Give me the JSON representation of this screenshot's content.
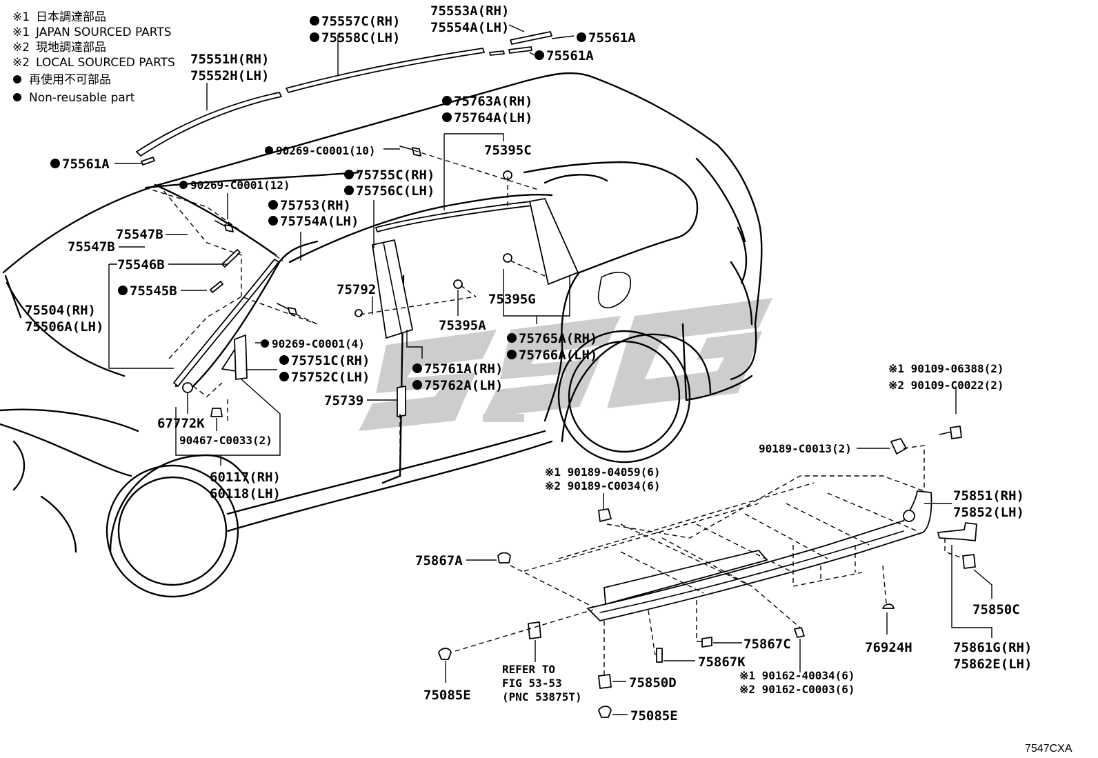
{
  "legend": {
    "j1_mark": "※1",
    "j1_jp": "日本調達部品",
    "j1_en": "JAPAN SOURCED PARTS",
    "l2_mark": "※2",
    "l2_jp": "現地調達部品",
    "l2_en": "LOCAL SOURCED PARTS",
    "nr_jp": "再使用不可部品",
    "nr_en": "Non-reusable part"
  },
  "labels": {
    "p75557c": "75557C(RH)",
    "p75558c": "75558C(LH)",
    "p75553a": "75553A(RH)",
    "p75554a": "75554A(LH)",
    "p75561a_1": "75561A",
    "p75561a_2": "75561A",
    "p75551h": "75551H(RH)",
    "p75552h": "75552H(LH)",
    "p75561a_3": "75561A",
    "p75763a": "75763A(RH)",
    "p75764a": "75764A(LH)",
    "p90269_10": "90269-C0001(10)",
    "p75395c": "75395C",
    "p75755c": "75755C(RH)",
    "p75756c": "75756C(LH)",
    "p90269_12": "90269-C0001(12)",
    "p75753": "75753(RH)",
    "p75754a": "75754A(LH)",
    "p75547b_1": "75547B",
    "p75547b_2": "75547B",
    "p75546b": "75546B",
    "p75545b": "75545B",
    "p75504": "75504(RH)",
    "p75506a": "75506A(LH)",
    "p75792": "75792",
    "p75395g": "75395G",
    "p75395a": "75395A",
    "p75765a": "75765A(RH)",
    "p75766a": "75766A(LH)",
    "p90269_4": "90269-C0001(4)",
    "p75751c": "75751C(RH)",
    "p75752c": "75752C(LH)",
    "p75761a": "75761A(RH)",
    "p75762a": "75762A(LH)",
    "p75739": "75739",
    "p67772k": "67772K",
    "p90467": "90467-C0033(2)",
    "p60117": "60117(RH)",
    "p60118": "60118(LH)",
    "p90109_1": "※1 90109-06388(2)",
    "p90109_2": "※2 90109-C0022(2)",
    "p90189_c13": "90189-C0013(2)",
    "p90189_1": "※1 90189-04059(6)",
    "p90189_2": "※2 90189-C0034(6)",
    "p75851": "75851(RH)",
    "p75852": "75852(LH)",
    "p75867a": "75867A",
    "p75850c": "75850C",
    "p75867c": "75867C",
    "p75867k": "75867K",
    "p76924h": "76924H",
    "p75861g": "75861G(RH)",
    "p75862e": "75862E(LH)",
    "p90162_1": "※1 90162-40034(6)",
    "p90162_2": "※2 90162-C0003(6)",
    "refer_1": "REFER TO",
    "refer_2": "FIG 53-53",
    "refer_3": "(PNC 53875T)",
    "p75850d": "75850D",
    "p75085e_1": "75085E",
    "p75085e_2": "75085E"
  },
  "figure_code": "7547CXA",
  "watermark": "SSG",
  "colors": {
    "line": "#000000",
    "background": "#ffffff",
    "watermark": "#c8c8c8"
  }
}
